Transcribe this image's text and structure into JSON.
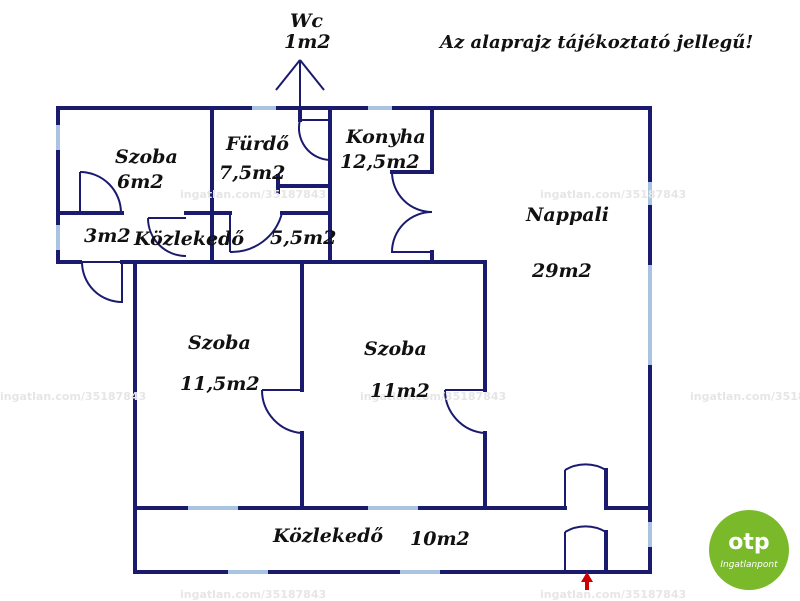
{
  "note": "Az alaprajz tájékoztató jellegű!",
  "rooms": {
    "wc": {
      "name": "Wc",
      "area": "1m2"
    },
    "szoba_small": {
      "name": "Szoba",
      "area": "6m2"
    },
    "furdo": {
      "name": "Fürdő",
      "area": "7,5m2"
    },
    "konyha": {
      "name": "Konyha",
      "area": "12,5m2"
    },
    "nappali": {
      "name": "Nappali",
      "area": "29m2"
    },
    "kozlekedo_upper": {
      "name": "Közlekedő",
      "area": "5,5m2"
    },
    "kamra": {
      "area": "3m2"
    },
    "szoba_left": {
      "name": "Szoba",
      "area": "11,5m2"
    },
    "szoba_middle": {
      "name": "Szoba",
      "area": "11m2"
    },
    "kozlekedo_lower": {
      "name": "Közlekedő",
      "area": "10m2"
    }
  },
  "watermark": "ingatlan.com/35187843",
  "logo": {
    "brand": "otp",
    "sub": "Ingatlanpont"
  },
  "colors": {
    "wall": "#1a1a6e",
    "window": "#a8c4e0",
    "entrance_arrow": "#cc0000",
    "logo_green": "#7ab929"
  }
}
